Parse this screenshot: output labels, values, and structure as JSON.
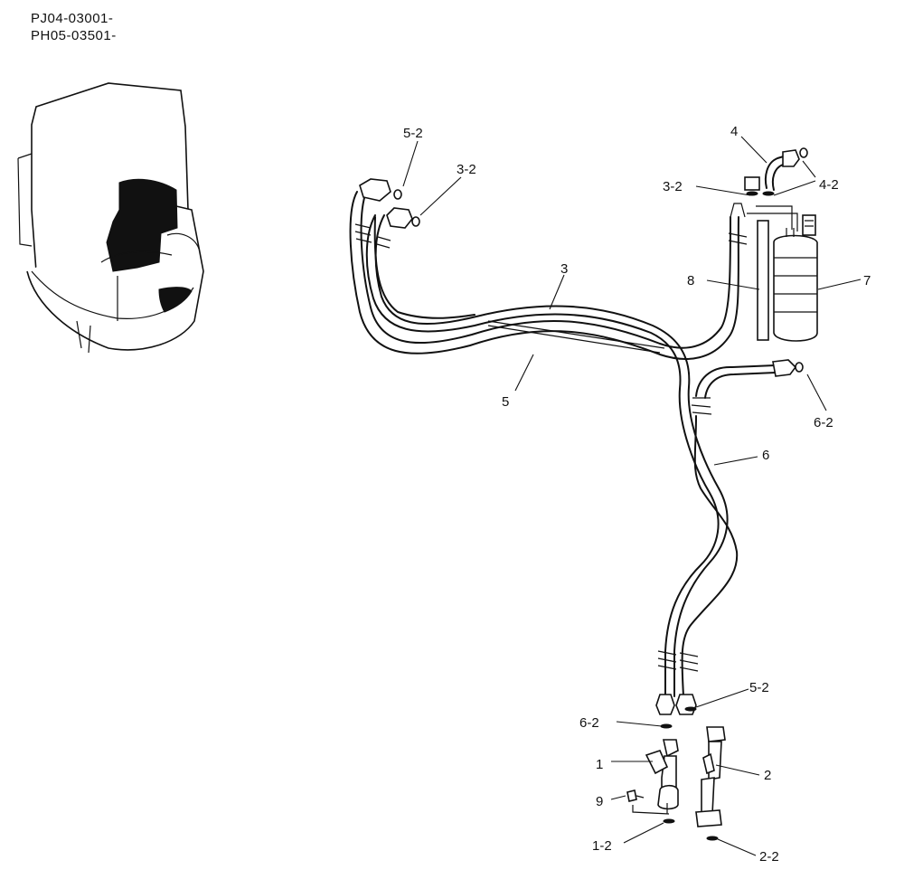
{
  "serials": [
    "PJ04-03001-",
    "PH05-03501-"
  ],
  "callouts": {
    "c1": "1",
    "c1_2": "1-2",
    "c2": "2",
    "c2_2": "2-2",
    "c3": "3",
    "c3_2_top": "3-2",
    "c3_2_right": "3-2",
    "c4": "4",
    "c4_2": "4-2",
    "c5": "5",
    "c5_2_top": "5-2",
    "c5_2_bottom": "5-2",
    "c6": "6",
    "c6_2_right": "6-2",
    "c6_2_bottom": "6-2",
    "c7": "7",
    "c8": "8",
    "c9": "9"
  }
}
